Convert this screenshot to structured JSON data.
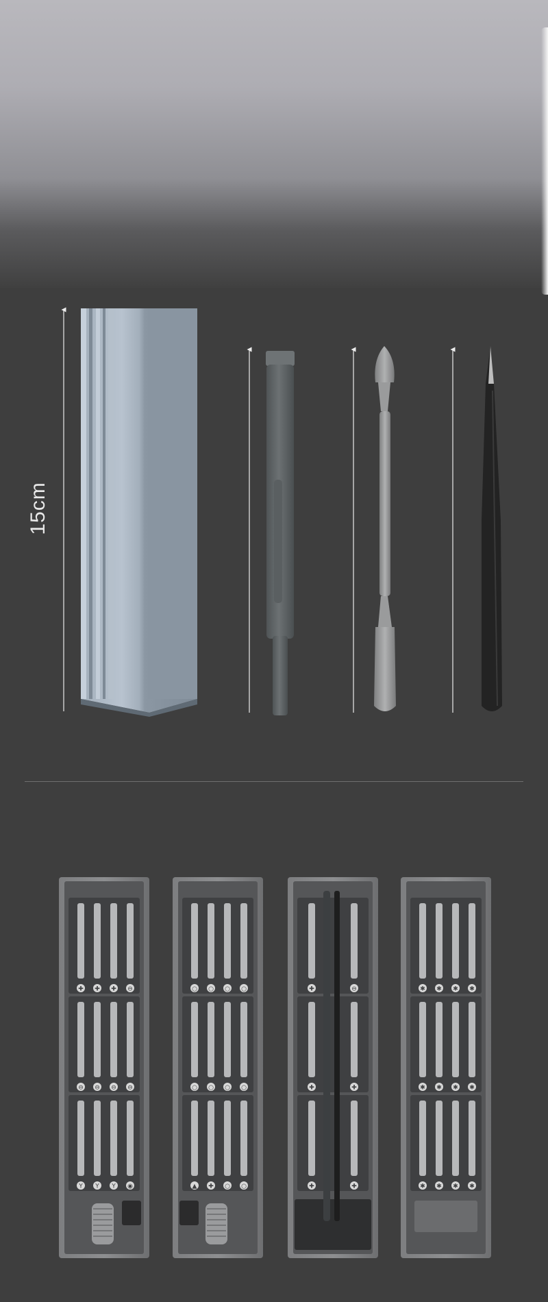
{
  "dimension": {
    "label": "15cm"
  },
  "colors": {
    "background": "#3e3e3e",
    "aluminum": "#8d9aa7",
    "tool": "#5f6466",
    "tweezers": "#232323"
  },
  "tools": [
    "storage-case",
    "screwdriver-handle",
    "spudger",
    "tweezers"
  ],
  "case_columns": [
    {
      "id": "left",
      "glyphs": [
        "✚",
        "✚",
        "✚",
        "⊖",
        "⊖",
        "⊖",
        "⊖",
        "⊖",
        "Y",
        "Y",
        "Y",
        "◉"
      ]
    },
    {
      "id": "second",
      "glyphs": [
        "○",
        "○",
        "○",
        "○",
        "○",
        "○",
        "○",
        "○",
        "▲",
        "✚",
        "○",
        "○"
      ]
    },
    {
      "id": "third",
      "glyphs": [
        "✚",
        "⊖",
        "✚",
        "✚",
        "✚",
        "✚"
      ]
    },
    {
      "id": "right",
      "glyphs": [
        "✱",
        "✱",
        "✱",
        "✱",
        "✱",
        "✱",
        "✱",
        "✱",
        "✱",
        "✱",
        "✱",
        "✱"
      ]
    }
  ]
}
